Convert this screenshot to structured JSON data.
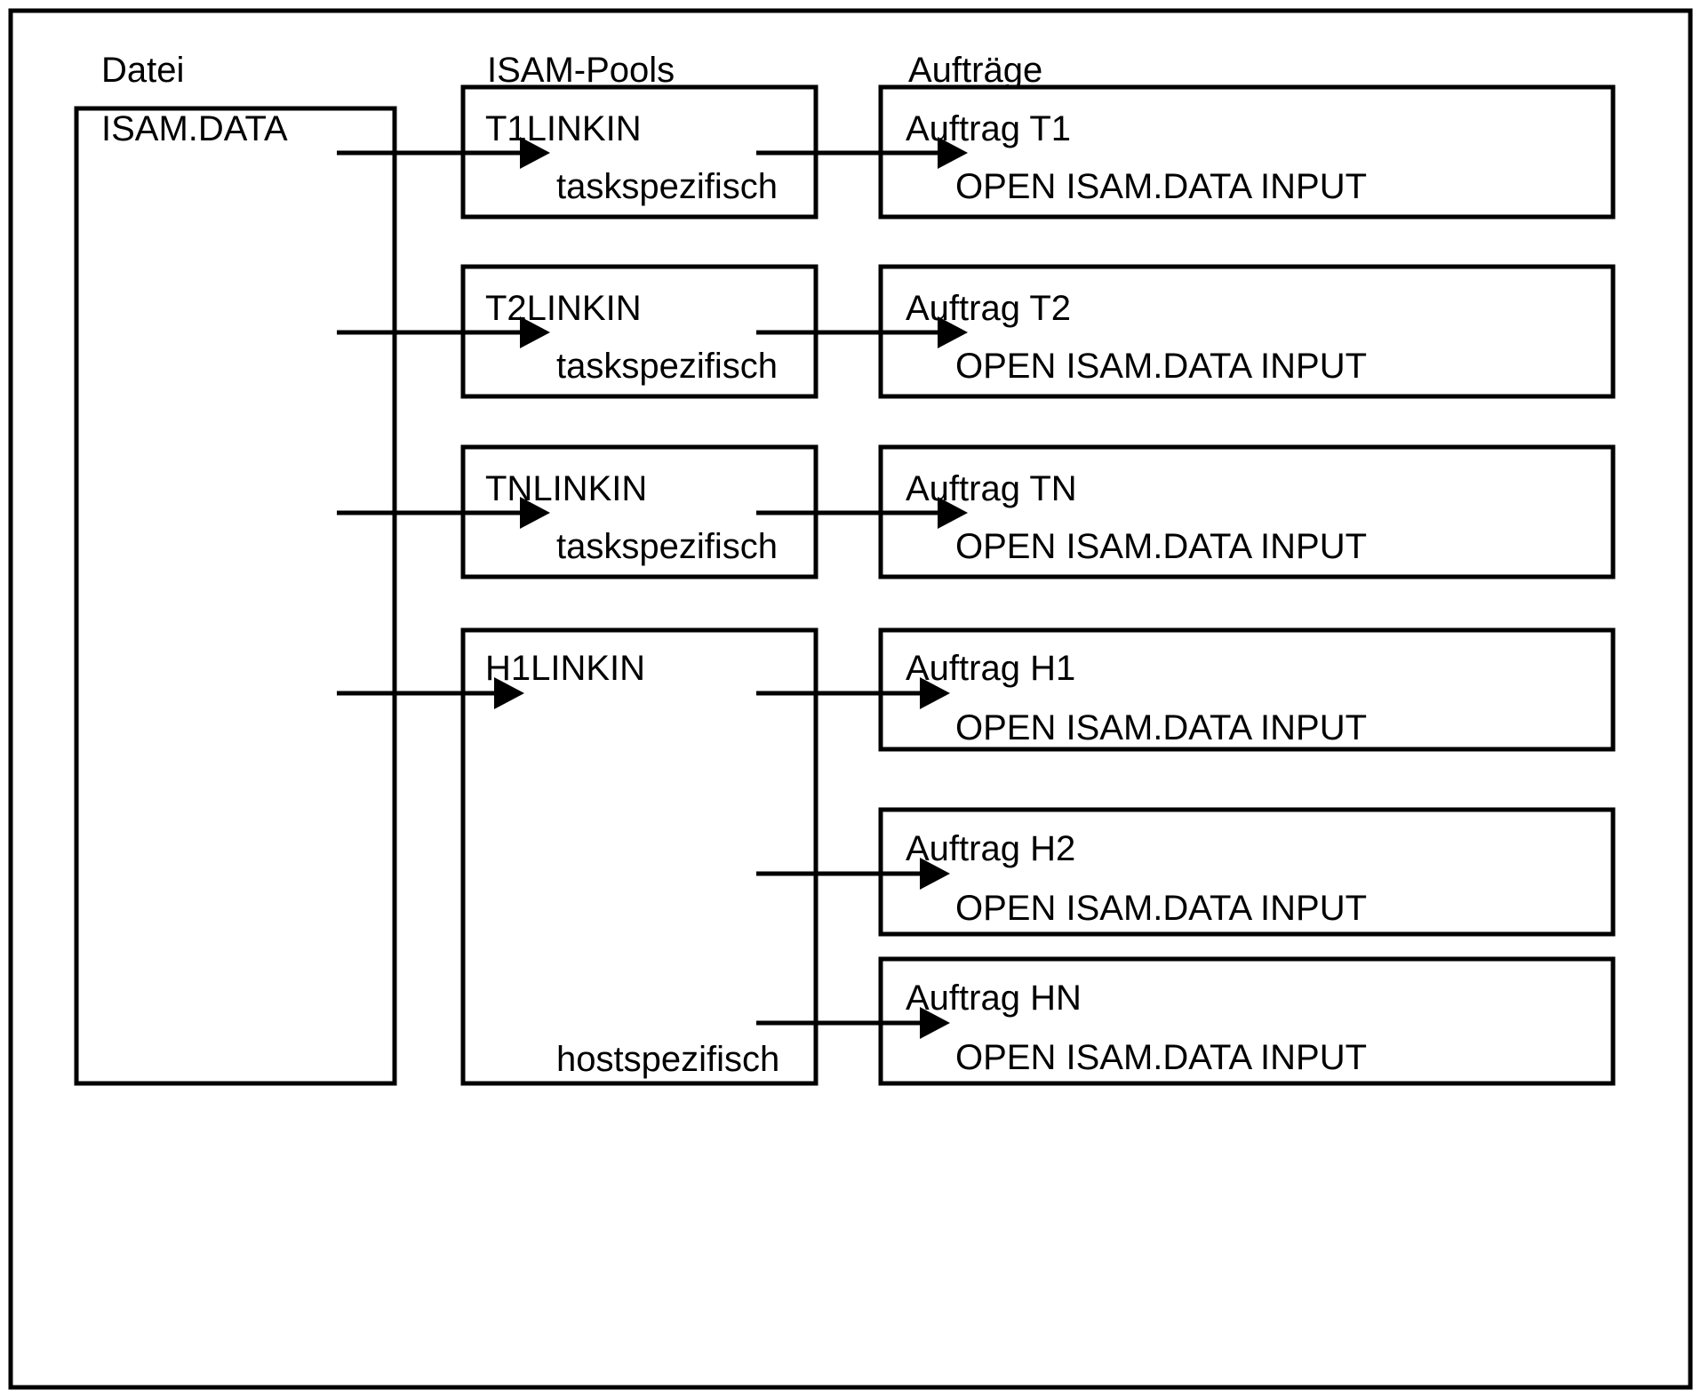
{
  "columns": {
    "file": {
      "header": "Datei"
    },
    "pools": {
      "header": "ISAM-Pools"
    },
    "jobs": {
      "header": "Aufträge"
    }
  },
  "file_box": {
    "label": "ISAM.DATA"
  },
  "pools": [
    {
      "name": "T1LINKIN",
      "scope": "taskspezifisch"
    },
    {
      "name": "T2LINKIN",
      "scope": "taskspezifisch"
    },
    {
      "name": "TNLINKIN",
      "scope": "taskspezifisch"
    },
    {
      "name": "H1LINKIN",
      "scope": "hostspezifisch"
    }
  ],
  "jobs": [
    {
      "title": "Auftrag T1",
      "statement": "OPEN ISAM.DATA INPUT"
    },
    {
      "title": "Auftrag T2",
      "statement": "OPEN ISAM.DATA INPUT"
    },
    {
      "title": "Auftrag TN",
      "statement": "OPEN ISAM.DATA INPUT"
    },
    {
      "title": "Auftrag H1",
      "statement": "OPEN ISAM.DATA INPUT"
    },
    {
      "title": "Auftrag H2",
      "statement": "OPEN ISAM.DATA INPUT"
    },
    {
      "title": "Auftrag HN",
      "statement": "OPEN ISAM.DATA INPUT"
    }
  ],
  "colors": {
    "stroke": "#000000",
    "background": "#ffffff"
  }
}
